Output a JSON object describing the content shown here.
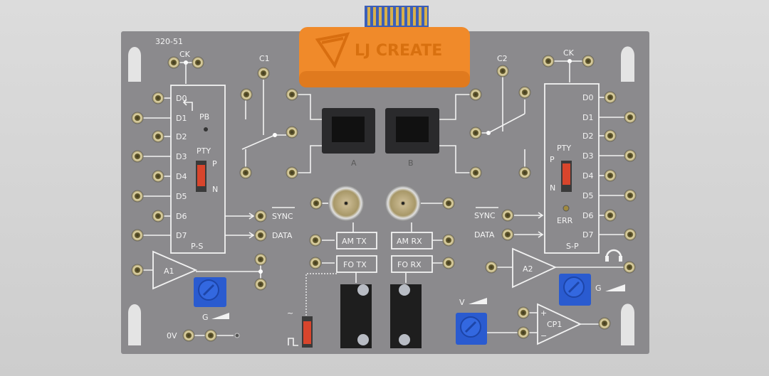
{
  "board": {
    "model": "320-51",
    "brand_logo": "LJ CREATE",
    "colors": {
      "board": "#8b8a8d",
      "cap": "#f08a2a",
      "pot": "#2a5bd0",
      "switch": "#d8452c"
    },
    "left_register": {
      "clock": "CK",
      "inputs": [
        "D0",
        "D1",
        "D2",
        "D3",
        "D4",
        "D5",
        "D6",
        "D7"
      ],
      "pb": "PB",
      "parity": "PTY",
      "p": "P",
      "n": "N",
      "name": "P-S"
    },
    "right_register": {
      "clock": "CK",
      "outputs": [
        "D0",
        "D1",
        "D2",
        "D3",
        "D4",
        "D5",
        "D6",
        "D7"
      ],
      "parity": "PTY",
      "p": "P",
      "n": "N",
      "err": "ERR",
      "name": "S-P"
    },
    "switch1": "C1",
    "switch2": "C2",
    "jack_a": "A",
    "jack_b": "B",
    "sync_left": "SYNC",
    "data_left": "DATA",
    "sync_right": "SYNC",
    "data_right": "DATA",
    "am_tx": "AM TX",
    "am_rx": "AM RX",
    "fo_tx": "FO TX",
    "fo_rx": "FO RX",
    "amp1": "A1",
    "amp2": "A2",
    "gain1": "G",
    "gain2": "G",
    "volt": "V",
    "comparator": "CP1",
    "plus": "+",
    "minus": "−",
    "ground": "0V",
    "sine": "~"
  }
}
